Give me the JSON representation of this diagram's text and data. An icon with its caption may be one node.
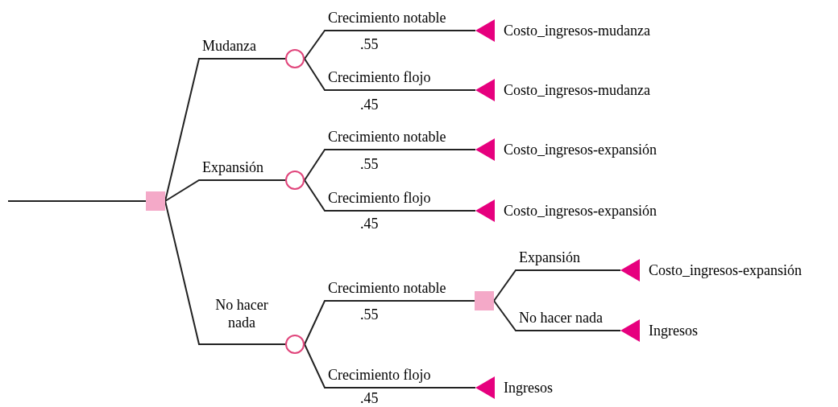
{
  "diagram": {
    "nodes": [
      {
        "text": [],
        "shape": "box"
      },
      {
        "text": [],
        "shape": "circle"
      },
      {
        "text": [],
        "shape": "circle"
      },
      {
        "text": [],
        "shape": "circle"
      },
      {
        "text": [],
        "shape": "triangle",
        "beside": [
          "Costo_ingresos-mudanza"
        ]
      },
      {
        "text": [],
        "shape": "triangle",
        "beside": [
          "Costo_ingresos-mudanza"
        ]
      },
      {
        "text": [],
        "shape": "triangle",
        "beside": [
          "Costo_ingresos-expansión"
        ]
      },
      {
        "text": [],
        "shape": "triangle",
        "beside": [
          "Costo_ingresos-expansión"
        ]
      },
      {
        "text": [],
        "shape": "box"
      },
      {
        "text": [],
        "shape": "triangle",
        "beside": [
          "Costo_ingresos-expansión"
        ]
      },
      {
        "text": [],
        "shape": "triangle",
        "beside": [
          "Ingresos"
        ]
      },
      {
        "text": [],
        "shape": "triangle",
        "beside": [
          "Ingresos"
        ]
      }
    ],
    "edges": [
      {
        "from": null,
        "to": 0,
        "arrow": "none"
      },
      {
        "from": 0,
        "to": 1,
        "arrow": "none",
        "label": "Mudanza"
      },
      {
        "from": 0,
        "to": 2,
        "arrow": "none",
        "label": "Expansión"
      },
      {
        "from": 0,
        "to": 3,
        "arrow": "none",
        "label": "No hacer nada"
      },
      {
        "from": 1,
        "to": 4,
        "arrow": "none",
        "label": "Crecimiento notable"
      },
      {
        "from": 1,
        "to": 5,
        "arrow": "none",
        "label": "Crecimiento flojo"
      },
      {
        "from": 2,
        "to": 6,
        "arrow": "none",
        "label": "Crecimiento notable"
      },
      {
        "from": 2,
        "to": 7,
        "arrow": "none",
        "label": "Crecimiento flojo"
      },
      {
        "from": 3,
        "to": 8,
        "arrow": "none",
        "label": "Crecimiento notable"
      },
      {
        "from": 3,
        "to": 11,
        "arrow": "none",
        "label": "Crecimiento flojo"
      },
      {
        "from": 8,
        "to": 9,
        "arrow": "none",
        "label": "Expansión"
      },
      {
        "from": 8,
        "to": 10,
        "arrow": "none",
        "label": "No hacer nada"
      }
    ],
    "labels": [
      ".55",
      ".45",
      ".55",
      ".45",
      ".55",
      ".45"
    ]
  }
}
